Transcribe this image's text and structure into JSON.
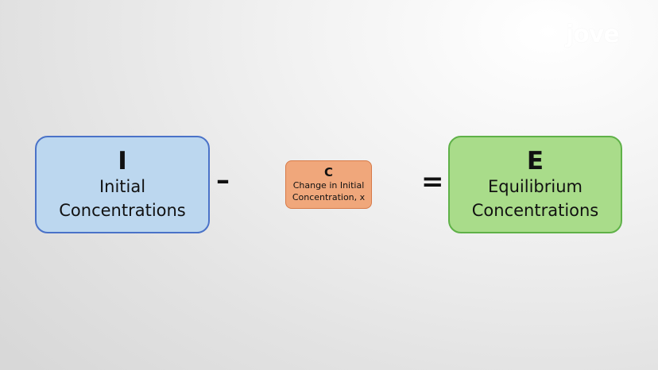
{
  "logo": {
    "text": "jove"
  },
  "boxes": {
    "initial": {
      "letter": "I",
      "label": "Initial\nConcentrations",
      "fill": "#bcd7ef",
      "border": "#4a72c8"
    },
    "change": {
      "letter": "C",
      "label": "Change in Initial\nConcentration, x",
      "fill": "#f0a77b",
      "border": "#d77a48"
    },
    "equilibrium": {
      "letter": "E",
      "label": "Equilibrium\nConcentrations",
      "fill": "#a9dc8a",
      "border": "#5fb148"
    }
  },
  "operators": {
    "minus": "–",
    "equals": "="
  }
}
